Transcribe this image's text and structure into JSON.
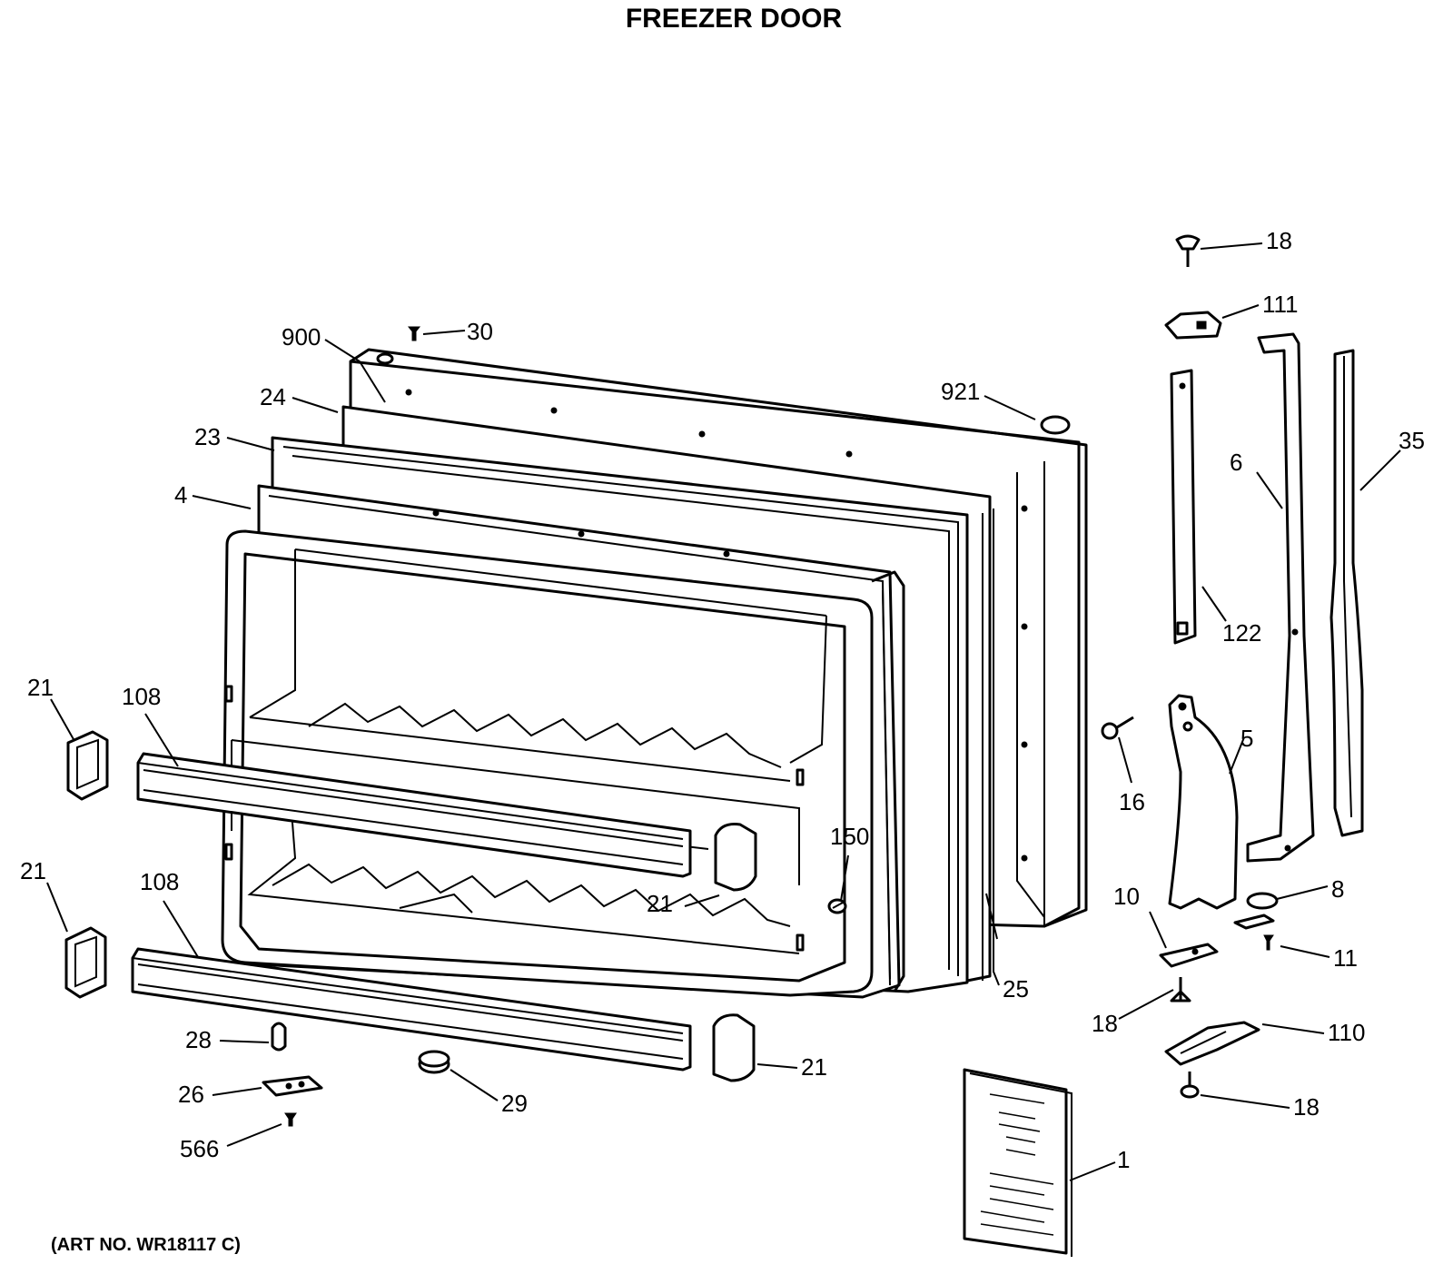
{
  "title": "FREEZER DOOR",
  "art_number": "(ART NO. WR18117 C)",
  "callouts": {
    "c900": "900",
    "c30": "30",
    "c24": "24",
    "c23": "23",
    "c4": "4",
    "c921": "921",
    "c18a": "18",
    "c111": "111",
    "c6": "6",
    "c35": "35",
    "c122": "122",
    "c5": "5",
    "c16": "16",
    "c21a": "21",
    "c108a": "108",
    "c21b": "21",
    "c108b": "108",
    "c21c": "21",
    "c150": "150",
    "c25": "25",
    "c10": "10",
    "c8": "8",
    "c11": "11",
    "c18b": "18",
    "c110": "110",
    "c18c": "18",
    "c28": "28",
    "c26": "26",
    "c29": "29",
    "c566": "566",
    "c21d": "21",
    "c1": "1"
  }
}
